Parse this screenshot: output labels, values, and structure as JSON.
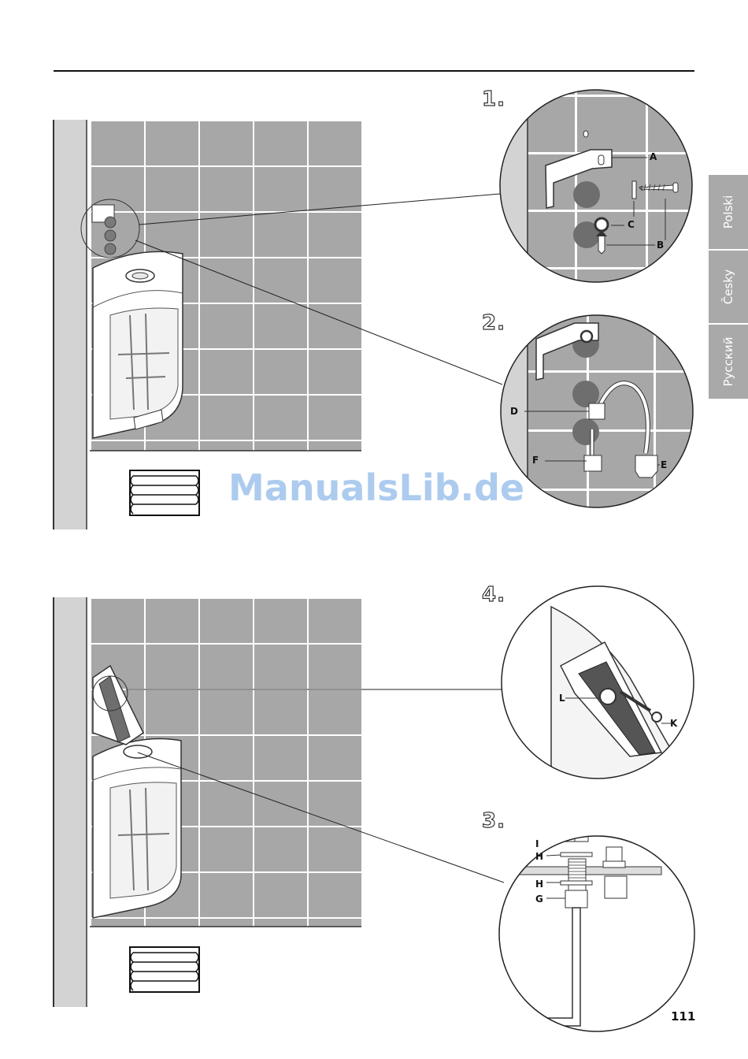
{
  "language_tabs": [
    "Polski",
    "Česky",
    "Русский"
  ],
  "steps": [
    "1.",
    "2.",
    "4.",
    "3."
  ],
  "part_labels": {
    "A": "A",
    "B": "B",
    "C": "C",
    "D": "D",
    "E": "E",
    "F": "F",
    "L": "L",
    "K": "K",
    "I": "I",
    "H1": "H",
    "H2": "H",
    "G": "G"
  },
  "watermark": "ManualsLib.de",
  "page_number": "111",
  "colors": {
    "tile": "#a7a7a7",
    "wall_strip": "#d3d3d3",
    "tab": "#a9a9a9",
    "plug": "#7a7a7a"
  }
}
